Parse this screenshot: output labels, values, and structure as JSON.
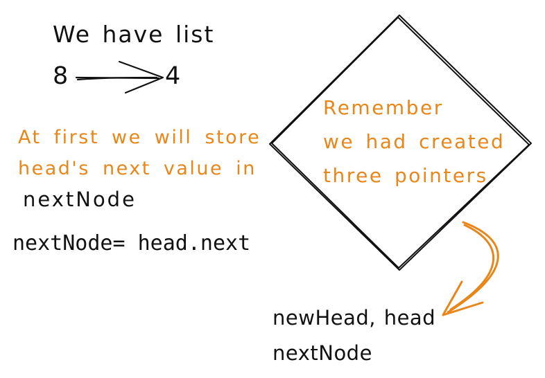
{
  "colors": {
    "ink": "#111111",
    "accent": "#e8861a",
    "background": "#ffffff"
  },
  "list": {
    "title": "We have list",
    "node_a": "8",
    "node_b": "4"
  },
  "note_store": {
    "line1": "At first we will store",
    "line2": "head's next value in",
    "variable": "nextNode"
  },
  "code": {
    "line": "nextNode= head.next"
  },
  "diamond_note": {
    "line1": "Remember",
    "line2": "we had created",
    "line3": "three pointers"
  },
  "pointers_note": {
    "line1": "newHead, head",
    "line2": "nextNode"
  }
}
